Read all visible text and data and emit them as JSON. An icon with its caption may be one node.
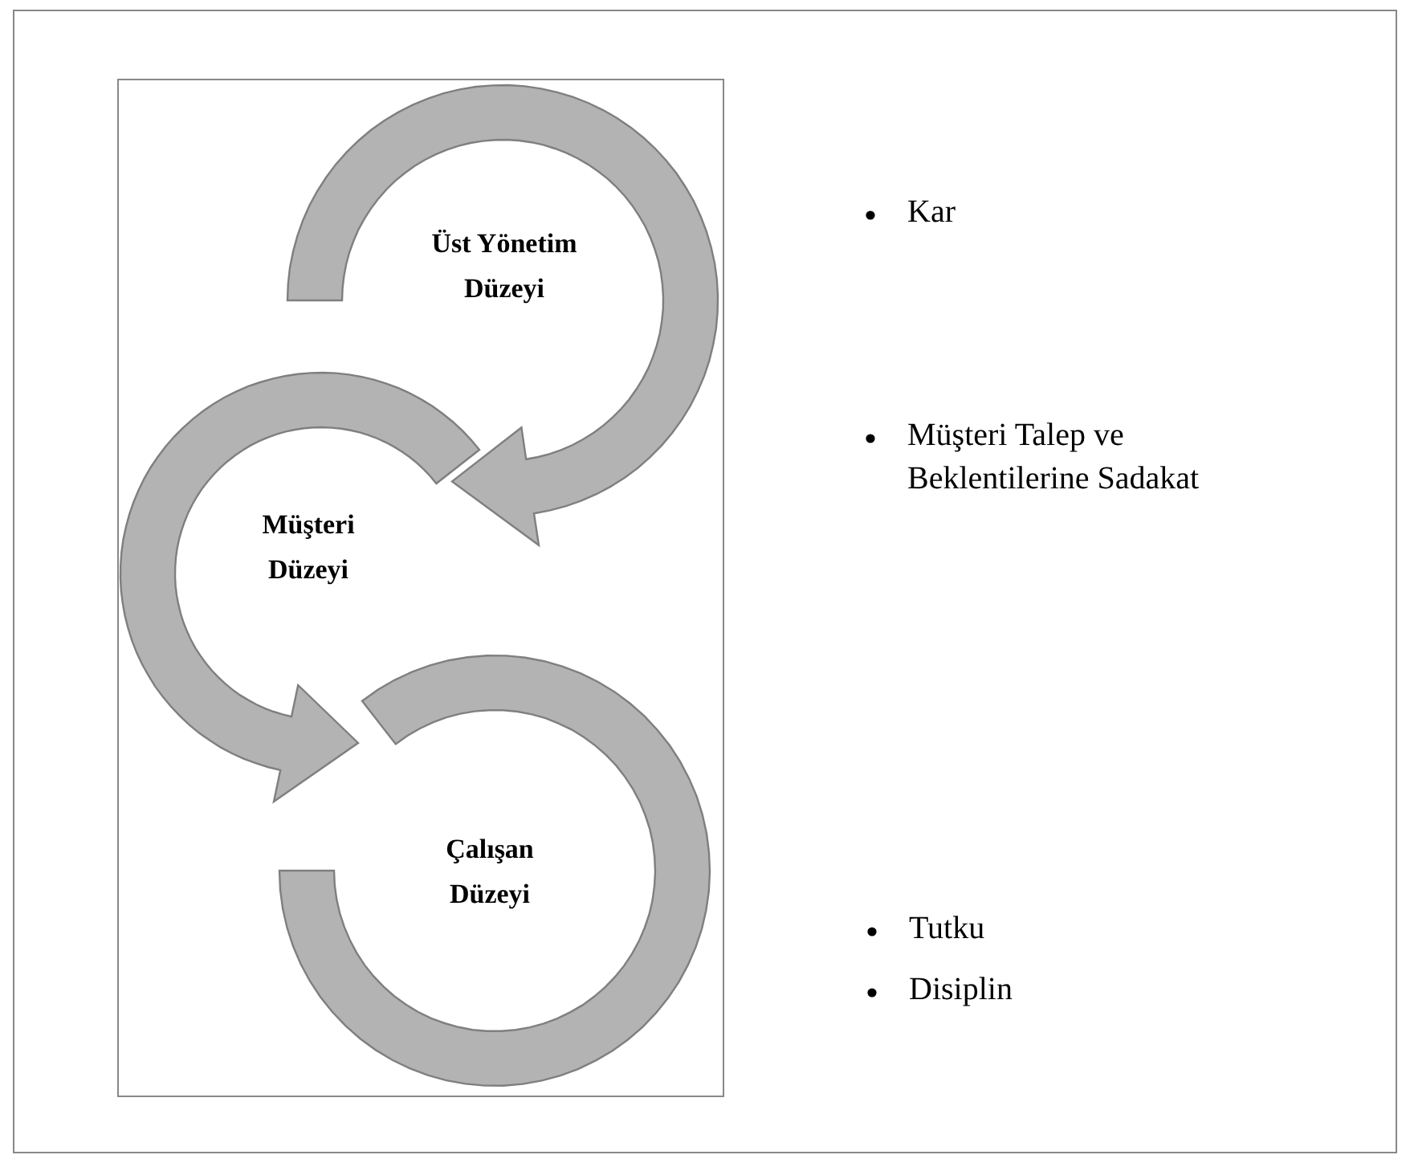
{
  "diagram": {
    "nodes": [
      {
        "text": [
          "Üst Yönetim Düzeyi"
        ]
      },
      {
        "text": [
          "Müşteri Düzeyi"
        ]
      },
      {
        "text": [
          "Çalışan Düzeyi"
        ]
      }
    ],
    "edges": [
      {
        "from": 0,
        "to": 1,
        "arrow": "to"
      },
      {
        "from": 1,
        "to": 2,
        "arrow": "to"
      }
    ],
    "labels": [
      "Kar",
      "Müşteri Talep ve Beklentilerine Sadakat",
      "Tutku",
      "Disiplin"
    ]
  }
}
